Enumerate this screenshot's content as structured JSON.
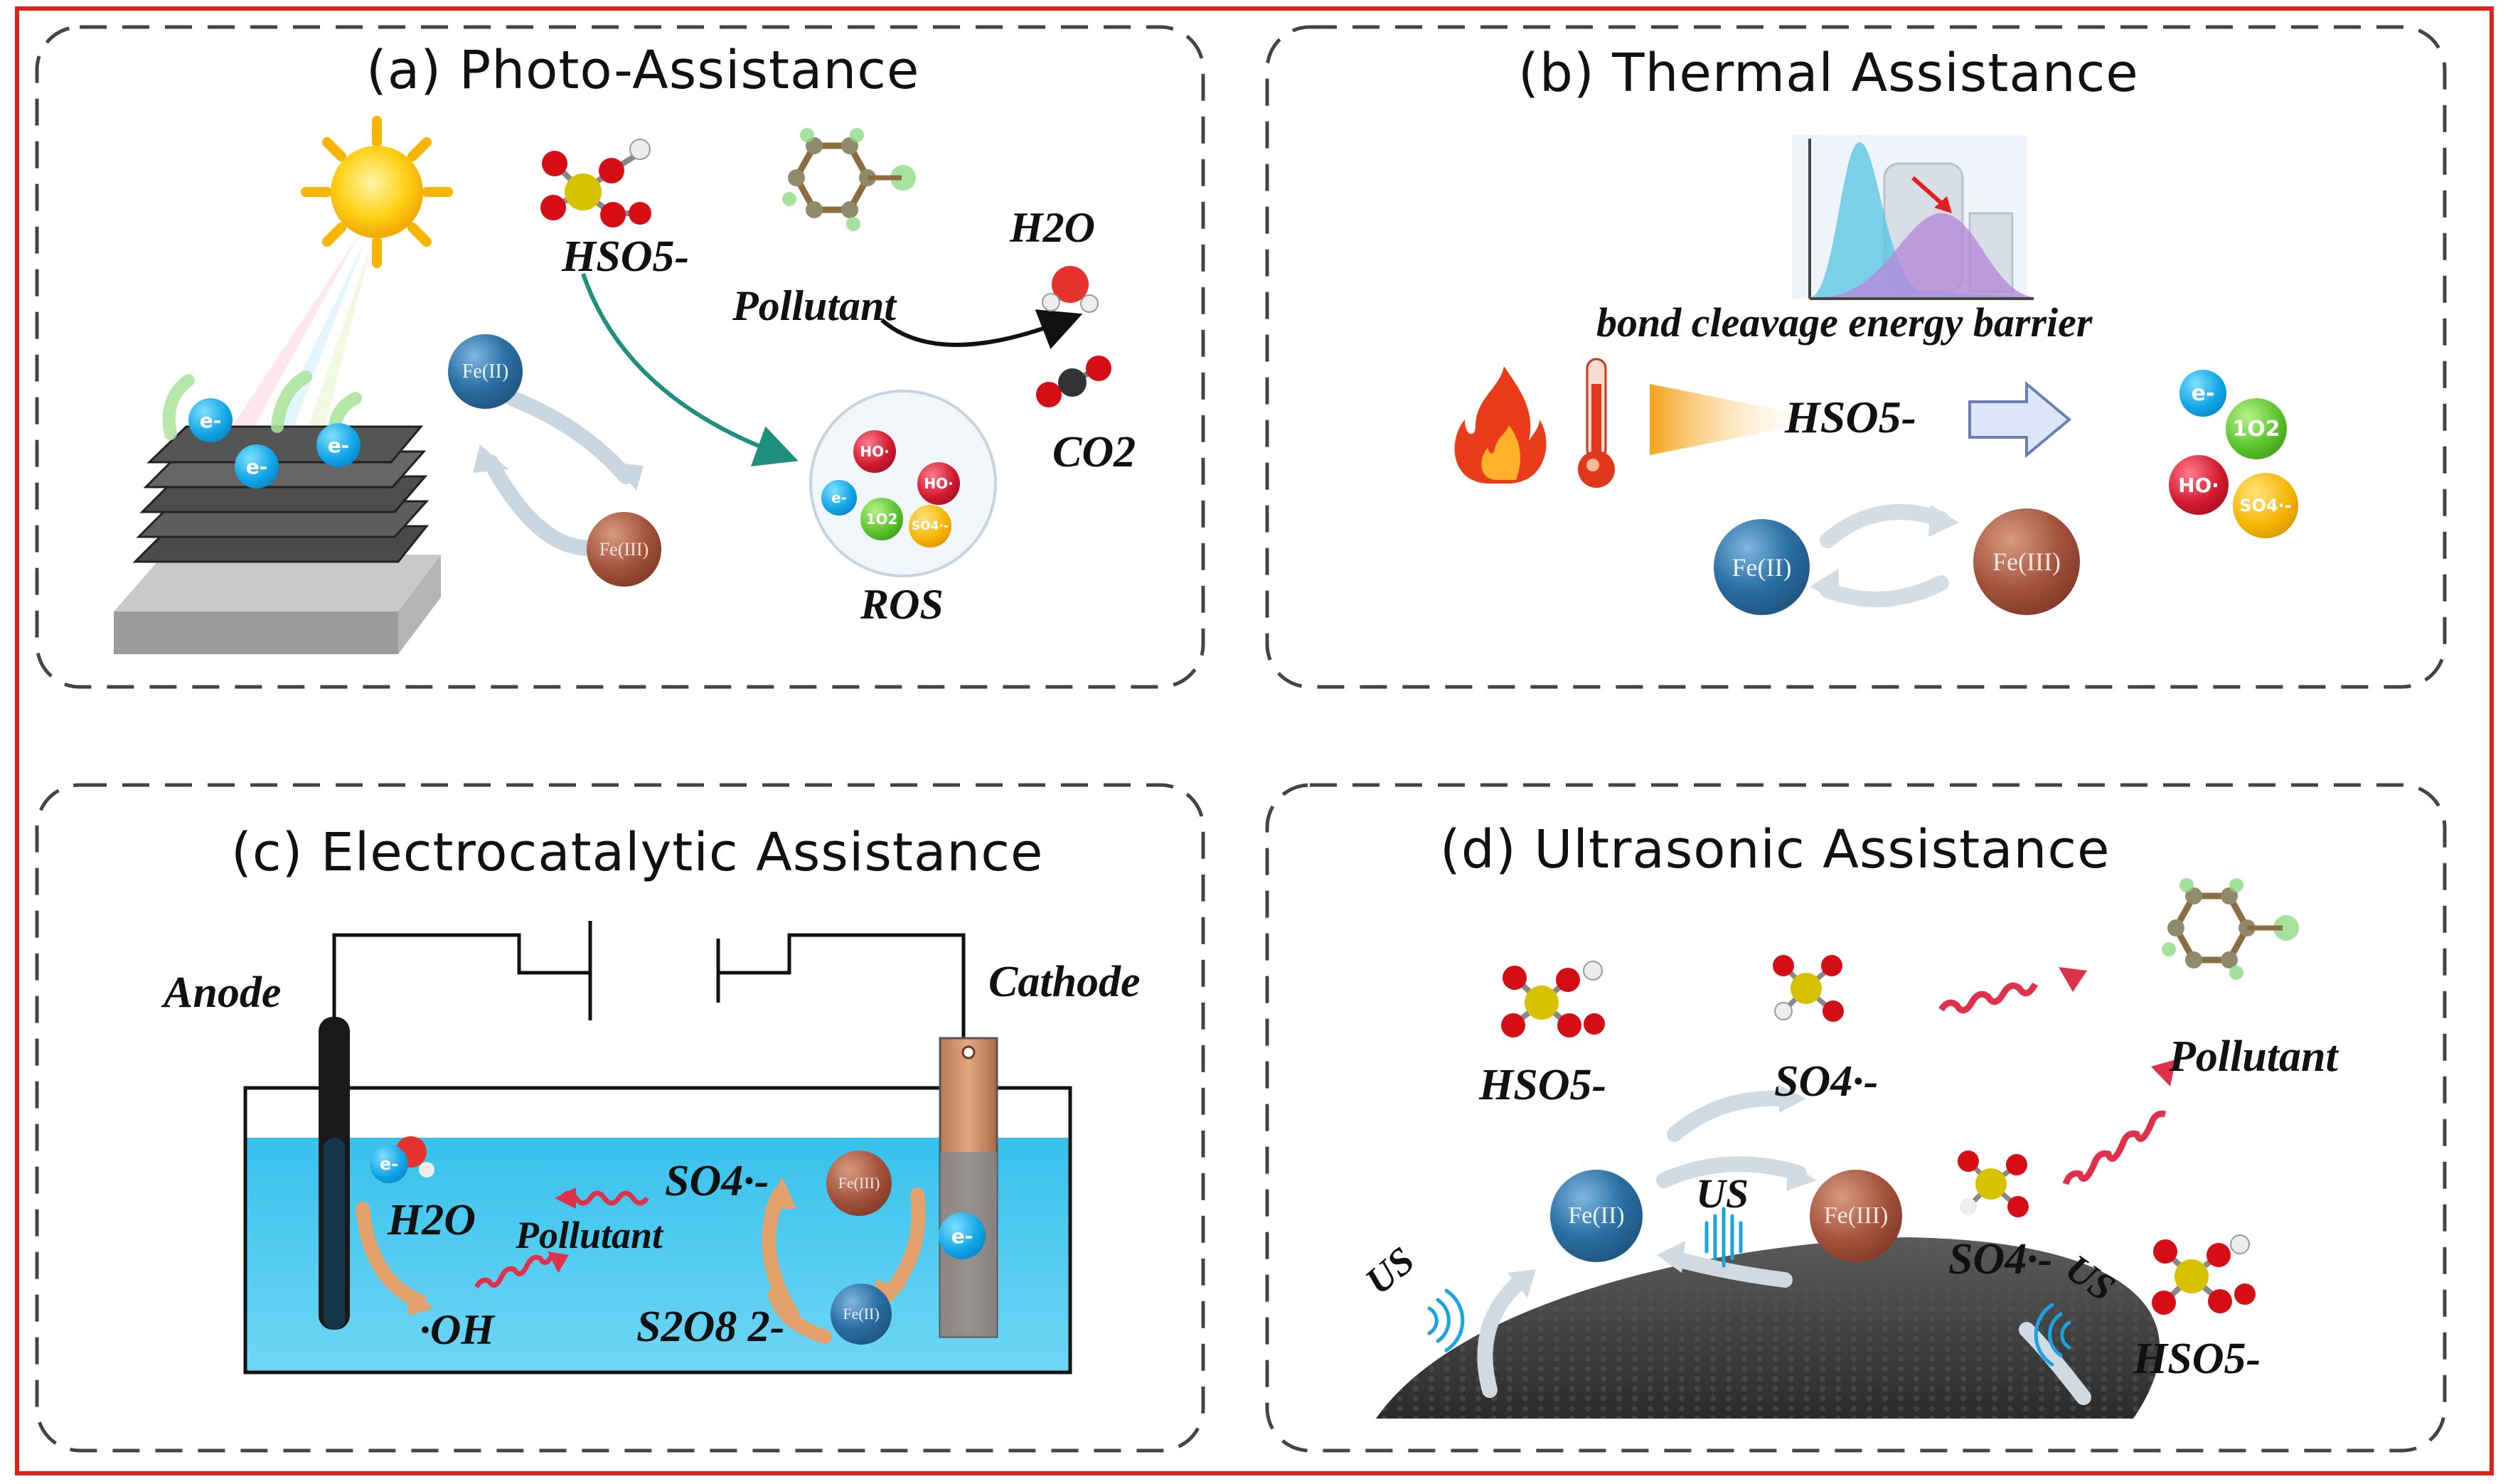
{
  "colors": {
    "frame": "#e0201a",
    "panel_border": "#444444",
    "fe2": "#2b6fa3",
    "fe3": "#a2513a",
    "electrolyte": "#49c9ef",
    "teal_arrow": "#1f8f7e",
    "orange_arrow": "#e3a26c",
    "wave_red": "#e0314b"
  },
  "panels": {
    "a": {
      "title": "(a) Photo-Assistance",
      "hso5": "HSO5-",
      "pollutant": "Pollutant",
      "h2o": "H2O",
      "co2": "CO2",
      "ros": "ROS",
      "fe2": "Fe(II)",
      "fe3": "Fe(III)",
      "e_minus": "e-",
      "ros_items": {
        "ho": "HO·",
        "e": "e-",
        "singlet_o2": "1O2",
        "so4": "SO4·-"
      },
      "icons": [
        "sun-icon",
        "catalyst-layers-icon",
        "molecule-icon"
      ]
    },
    "b": {
      "title": "(b) Thermal Assistance",
      "barrier": "bond cleavage energy barrier",
      "hso5": "HSO5-",
      "fe2": "Fe(II)",
      "fe3": "Fe(III)",
      "ros_items": {
        "e": "e-",
        "singlet_o2": "1O2",
        "ho": "HO·",
        "so4": "SO4·-"
      },
      "icons": [
        "flame-icon",
        "thermometer-icon",
        "energy-distribution-icon"
      ]
    },
    "c": {
      "title": "(c) Electrocatalytic Assistance",
      "anode": "Anode",
      "cathode": "Cathode",
      "h2o": "H2O",
      "oh": "·OH",
      "so4": "SO4·-",
      "pollutant": "Pollutant",
      "s2o8": "S2O8 2-",
      "fe2": "Fe(II)",
      "fe3": "Fe(III)",
      "e_minus": "e-"
    },
    "d": {
      "title": "(d) Ultrasonic Assistance",
      "hso5_left": "HSO5-",
      "so4_top": "SO4·-",
      "pollutant": "Pollutant",
      "so4_right": "SO4·-",
      "hso5_right": "HSO5-",
      "us": "US",
      "fe2": "Fe(II)",
      "fe3": "Fe(III)",
      "icons": [
        "ultrasound-icon",
        "catalyst-mound-icon"
      ]
    }
  }
}
